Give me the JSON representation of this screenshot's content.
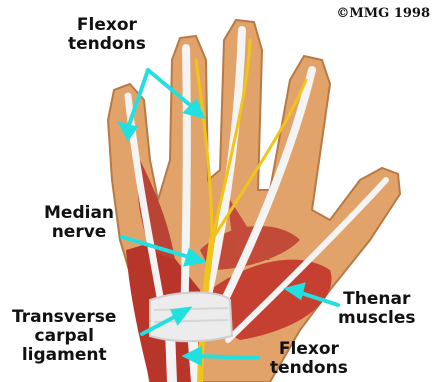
{
  "copyright": "©MMG 1998",
  "labels": {
    "flexor_tendons_top": [
      "Flexor",
      "tendons"
    ],
    "median_nerve": [
      "Median",
      "nerve"
    ],
    "transverse_carpal_ligament": [
      "Transverse",
      "carpal",
      "ligament"
    ],
    "thenar_muscles": [
      "Thenar",
      "muscles"
    ],
    "flexor_tendons_bottom": [
      "Flexor",
      "tendons"
    ]
  },
  "colors": {
    "background": "#ffffff",
    "skin": "#e2a36a",
    "muscle": "#c0392b",
    "tendon": "#f2f2f2",
    "nerve": "#f0c419",
    "ligament": "#ececec",
    "pointer": "#23e0e0"
  }
}
